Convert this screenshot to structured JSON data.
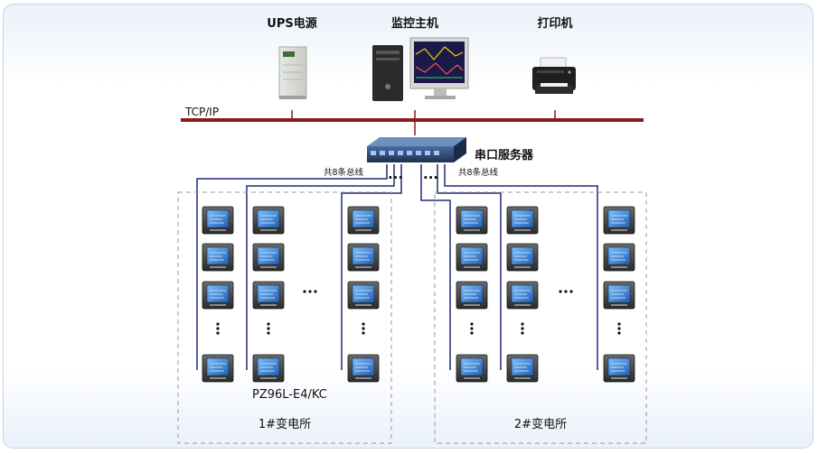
{
  "labels": {
    "ups": "UPS电源",
    "monitor_host": "监控主机",
    "printer": "打印机",
    "network": "TCP/IP",
    "serial_server": "串口服务器",
    "bus_left": "共8条总线",
    "bus_right": "共8条总线",
    "ellipsis_left": "···",
    "ellipsis_right": "···",
    "meter_model": "PZ96L-E4/KC",
    "substation_1": "1#变电所",
    "substation_2": "2#变电所"
  },
  "colors": {
    "network_line": "#8b1a1a",
    "bus_line": "#1f2a7a",
    "meter_screen": "#2f7fd0",
    "group_border": "#9a9a9a"
  },
  "icons": {
    "ups": "ups-cabinet-icon",
    "host": "desktop-computer-icon",
    "printer": "printer-icon",
    "server": "serial-server-icon",
    "meter": "power-meter-icon"
  }
}
